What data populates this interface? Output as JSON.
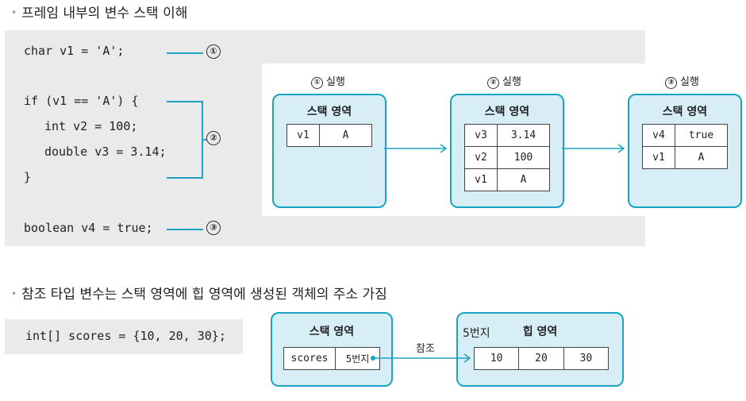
{
  "section1": {
    "title": "프레임 내부의 변수 스택 이해",
    "code_lines": [
      "char v1 = 'A';",
      "if (v1 == 'A') {",
      "int v2 = 100;",
      "double v3 = 3.14;",
      "}",
      "boolean v4 = true;"
    ],
    "markers": [
      "①",
      "②",
      "③"
    ],
    "exec_labels": [
      {
        "num": "①",
        "text": "실행"
      },
      {
        "num": "②",
        "text": "실행"
      },
      {
        "num": "③",
        "text": "실행"
      }
    ],
    "stack_title": "스택 영역",
    "stacks": [
      [
        [
          "v1",
          "A"
        ]
      ],
      [
        [
          "v3",
          "3.14"
        ],
        [
          "v2",
          "100"
        ],
        [
          "v1",
          "A"
        ]
      ],
      [
        [
          "v4",
          "true"
        ],
        [
          "v1",
          "A"
        ]
      ]
    ]
  },
  "section2": {
    "title": "참조 타입 변수는 스택 영역에 힙 영역에 생성된 객체의 주소 가짐",
    "code": "int[] scores = {10, 20, 30};",
    "stack_title": "스택 영역",
    "heap_title": "힙 영역",
    "ref_label": "참조",
    "address_label": "5번지",
    "stack_var": [
      "scores",
      "5번지"
    ],
    "heap_values": [
      "10",
      "20",
      "30"
    ]
  },
  "colors": {
    "accent": "#1aa3c2",
    "box_fill": "#d8eef6",
    "panel": "#eaeaea"
  }
}
